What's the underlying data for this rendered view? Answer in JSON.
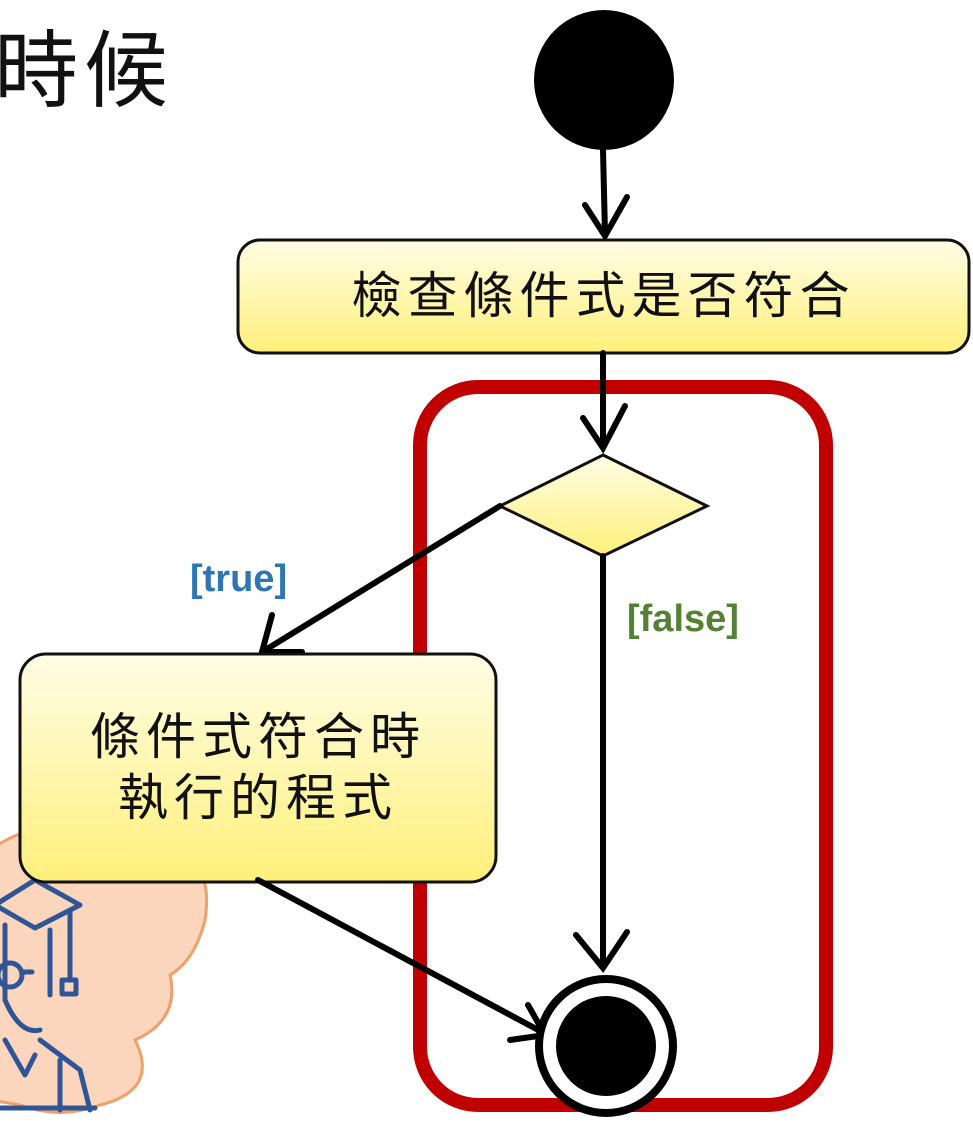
{
  "title_fragment": "時候",
  "nodes": {
    "check": {
      "label": "檢查條件式是否符合"
    },
    "action": {
      "label": "條件式符合時\n執行的程式"
    }
  },
  "guards": {
    "true": {
      "label": "[true]",
      "color": "#2e75b6"
    },
    "false": {
      "label": "[false]",
      "color": "#548235"
    }
  },
  "colors": {
    "highlight_frame": "#c00000",
    "box_fill_top": "#fffde6",
    "box_fill_bottom": "#fff07a",
    "cloud_fill": "#fbd6bd",
    "cloud_stroke": "#f0a068",
    "avatar_stroke": "#2f5597"
  },
  "icons": [
    "teacher-avatar-icon",
    "cloud-bubble"
  ]
}
